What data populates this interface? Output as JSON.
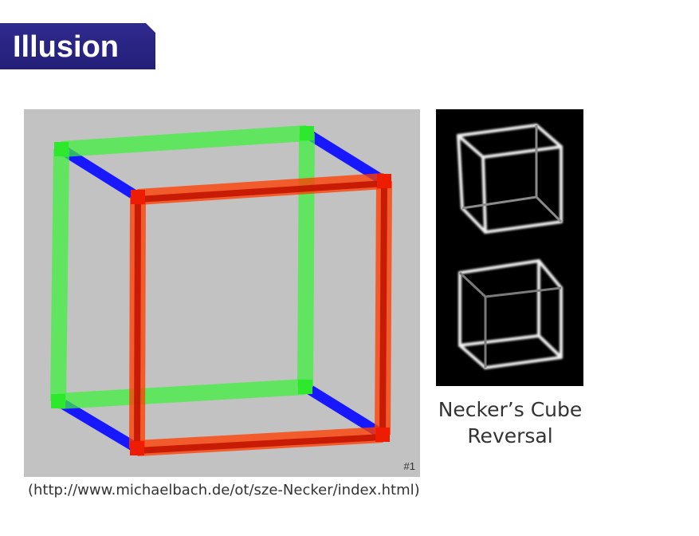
{
  "slide": {
    "title": "Illusion",
    "figure_number": "#1",
    "caption_line1": "Necker’s Cube",
    "caption_line2": "Reversal",
    "source": "(http://www.michaelbach.de/ot/sze-Necker/index.html)"
  },
  "colors": {
    "banner": "#2a2585",
    "front_face": "#ff4a00",
    "back_face": "#33ff33",
    "connectors": "#1515ff",
    "panel_bg": "#c2c2c2"
  }
}
